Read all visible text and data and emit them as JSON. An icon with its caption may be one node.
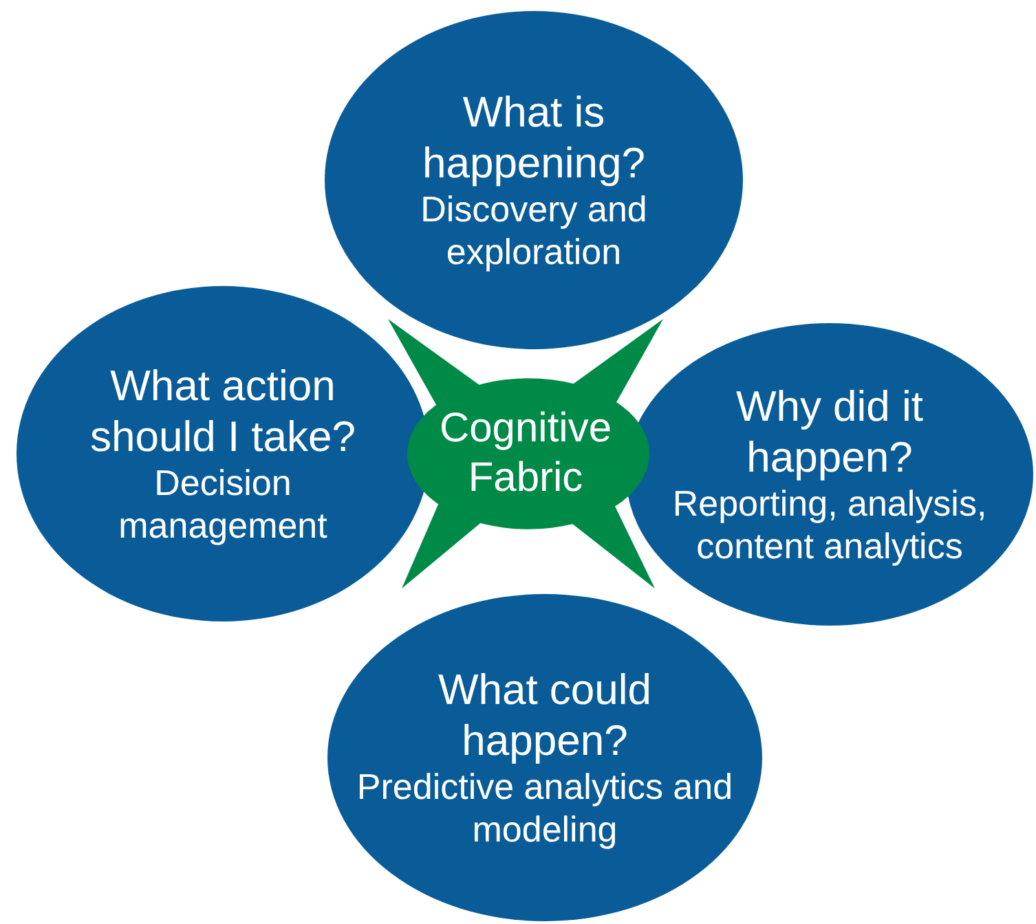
{
  "diagram": {
    "nodes": [
      {
        "text": [
          "What is happening?",
          "Discovery and exploration"
        ]
      },
      {
        "text": [
          "What action should I take?",
          "Decision management"
        ]
      },
      {
        "text": [
          "Cognitive Fabric"
        ]
      },
      {
        "text": [
          "Why did it happen?",
          "Reporting, analysis, content analytics"
        ]
      },
      {
        "text": [
          "What could happen?",
          "Predictive analytics and modeling"
        ]
      }
    ]
  }
}
